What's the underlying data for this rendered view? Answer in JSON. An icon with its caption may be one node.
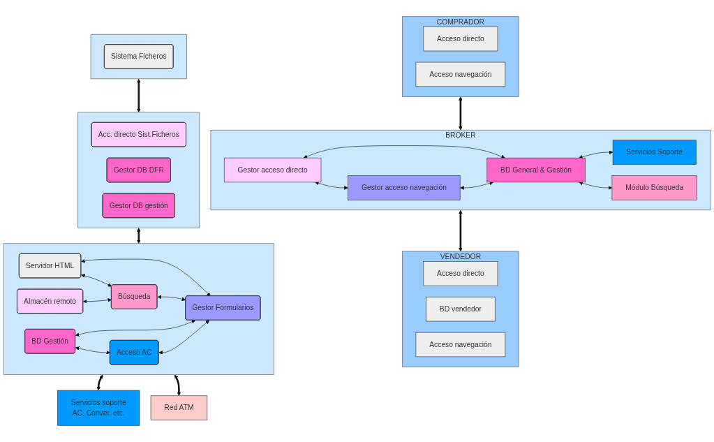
{
  "diagram": {
    "nodes": [
      {
        "text": [
          "COMPRADOR"
        ]
      },
      {
        "text": [
          "Acceso directo"
        ],
        "in": 0
      },
      {
        "text": [
          "Acceso navegación"
        ],
        "in": 0
      },
      {
        "text": [
          "BROKER"
        ]
      },
      {
        "text": [
          "Gestor acceso directo"
        ],
        "in": 3
      },
      {
        "text": [
          "Gestor acceso navegación"
        ],
        "in": 3
      },
      {
        "text": [
          "BD General & Gestión"
        ],
        "in": 3
      },
      {
        "text": [
          "Servicios Soporte"
        ],
        "in": 3
      },
      {
        "text": [
          "Módulo Búsqueda"
        ],
        "in": 3
      },
      {
        "text": [
          "VENDEDOR"
        ]
      },
      {
        "text": [
          "Acceso directo"
        ],
        "in": 9
      },
      {
        "text": [
          "BD vendedor"
        ],
        "in": 9
      },
      {
        "text": [
          "Acceso navegación"
        ],
        "in": 9
      },
      {
        "text": [],
        "shape": "box"
      },
      {
        "text": [
          "Sistema Ficheros"
        ],
        "in": 13
      },
      {
        "text": [],
        "shape": "box"
      },
      {
        "text": [
          "Acc. directo Sist.Ficheros"
        ],
        "in": 15
      },
      {
        "text": [
          "Gestor DB DFR"
        ],
        "in": 15
      },
      {
        "text": [
          "Gestor DB gestión"
        ],
        "in": 15
      },
      {
        "text": [],
        "shape": "box"
      },
      {
        "text": [
          "Servidor HTML"
        ],
        "in": 19
      },
      {
        "text": [
          "Almacén remoto"
        ],
        "in": 19
      },
      {
        "text": [
          "BD Gestión"
        ],
        "in": 19
      },
      {
        "text": [
          "Búsqueda"
        ],
        "in": 19
      },
      {
        "text": [
          "Acceso AC"
        ],
        "in": 19
      },
      {
        "text": [
          "Gestor Formularios"
        ],
        "in": 19
      },
      {
        "text": [
          "Servicios soporte",
          "AC, Conver. etc."
        ]
      },
      {
        "text": [
          "Red ATM"
        ]
      }
    ],
    "edges": [
      {
        "from": 0,
        "to": 3,
        "arrow": "both",
        "style": "thick"
      },
      {
        "from": 4,
        "to": 5,
        "arrow": "both"
      },
      {
        "from": 4,
        "to": 6,
        "arrow": "both"
      },
      {
        "from": 5,
        "to": 6,
        "arrow": "both"
      },
      {
        "from": 6,
        "to": 7,
        "arrow": "both"
      },
      {
        "from": 6,
        "to": 8,
        "arrow": "both"
      },
      {
        "from": 3,
        "to": 9,
        "arrow": "both",
        "style": "thick"
      },
      {
        "from": 13,
        "to": 15,
        "arrow": "both",
        "style": "thick"
      },
      {
        "from": 15,
        "to": 19,
        "arrow": "both",
        "style": "thick"
      },
      {
        "from": 20,
        "to": 23,
        "arrow": "both"
      },
      {
        "from": 21,
        "to": 23,
        "arrow": "both"
      },
      {
        "from": 20,
        "to": 25,
        "arrow": "both"
      },
      {
        "from": 23,
        "to": 25,
        "arrow": "both"
      },
      {
        "from": 22,
        "to": 25,
        "arrow": "both"
      },
      {
        "from": 22,
        "to": 24,
        "arrow": "both"
      },
      {
        "from": 24,
        "to": 25,
        "arrow": "both"
      },
      {
        "from": 19,
        "to": 26,
        "arrow": "both",
        "style": "thick"
      },
      {
        "from": 19,
        "to": 27,
        "arrow": "both",
        "style": "thick"
      }
    ]
  }
}
